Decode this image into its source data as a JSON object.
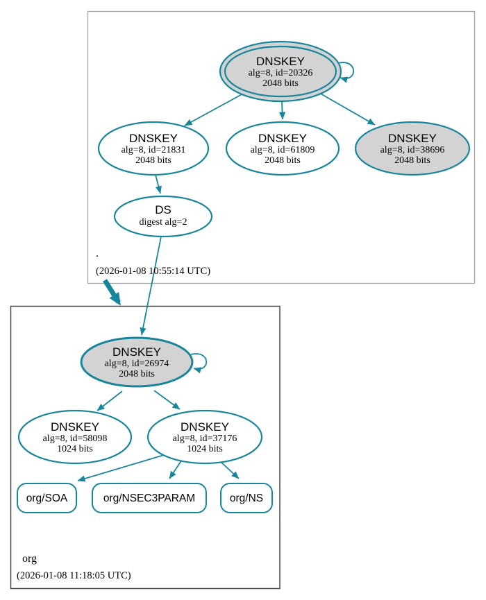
{
  "colors": {
    "teal_secure": "#17869b",
    "node_fill_gray": "#d3d3d3",
    "node_fill_white": "#ffffff",
    "root_box_border": "#a3a3a3",
    "org_box_border": "#454545",
    "text": "#000000"
  },
  "zones": [
    {
      "label": ".",
      "timestamp": "(2026-01-08 10:55:14 UTC)",
      "nodes": {
        "ksk": {
          "title": "DNSKEY",
          "detail": "alg=8, id=20326",
          "bits": "2048 bits"
        },
        "zsk1": {
          "title": "DNSKEY",
          "detail": "alg=8, id=21831",
          "bits": "2048 bits"
        },
        "zsk2": {
          "title": "DNSKEY",
          "detail": "alg=8, id=61809",
          "bits": "2048 bits"
        },
        "zsk3": {
          "title": "DNSKEY",
          "detail": "alg=8, id=38696",
          "bits": "2048 bits"
        },
        "ds": {
          "title": "DS",
          "detail": "digest alg=2"
        }
      }
    },
    {
      "label": "org",
      "timestamp": "(2026-01-08 11:18:05 UTC)",
      "nodes": {
        "ksk": {
          "title": "DNSKEY",
          "detail": "alg=8, id=26974",
          "bits": "2048 bits"
        },
        "zsk1": {
          "title": "DNSKEY",
          "detail": "alg=8, id=58098",
          "bits": "1024 bits"
        },
        "zsk2": {
          "title": "DNSKEY",
          "detail": "alg=8, id=37176",
          "bits": "1024 bits"
        }
      },
      "rrsets": [
        {
          "label": "org/SOA"
        },
        {
          "label": "org/NSEC3PARAM"
        },
        {
          "label": "org/NS"
        }
      ]
    }
  ]
}
